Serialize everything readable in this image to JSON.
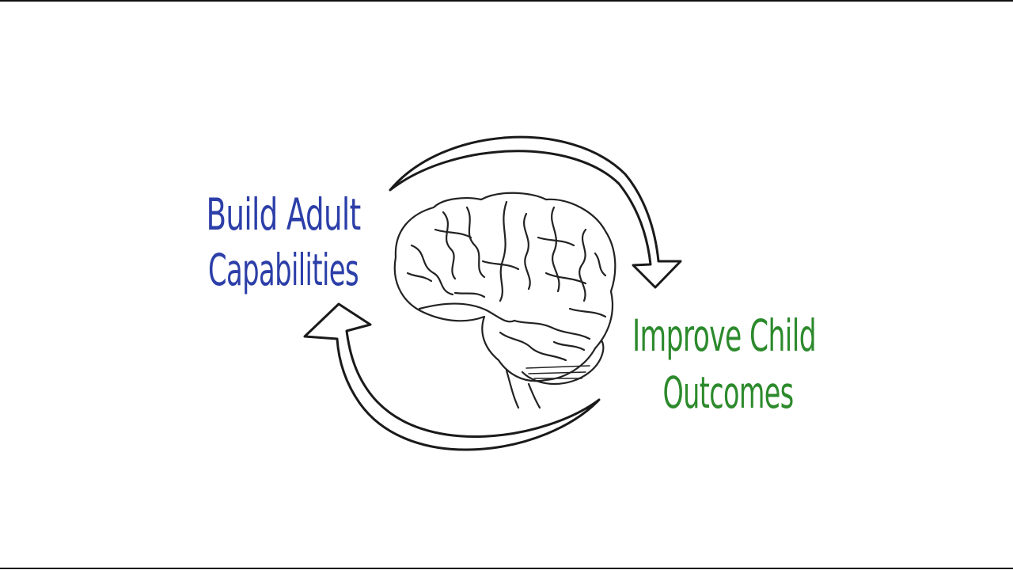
{
  "diagram": {
    "left_label": {
      "line1": "Build Adult",
      "line2": "Capabilities",
      "color": "#2c3fa8"
    },
    "right_label": {
      "line1": "Improve Child",
      "line2": "Outcomes",
      "color": "#2c8a2c"
    },
    "center_icon": "brain-icon",
    "arrow_color": "#1a1a1a",
    "line_color": "#111111"
  }
}
